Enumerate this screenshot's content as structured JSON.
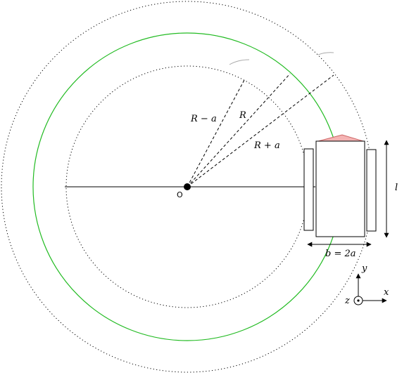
{
  "labels": {
    "inner_radius": "R − a",
    "center_radius": "R",
    "outer_radius": "R + a",
    "origin": "O",
    "length": "l",
    "width": "b = 2a",
    "axis_x": "x",
    "axis_y": "y",
    "axis_z": "z"
  },
  "colors": {
    "center_circle": "#22bb22",
    "robot_marker": "#f4b3b3",
    "robot_marker_stroke": "#cc6666",
    "stroke": "#000000",
    "arc_hint": "#aaaaaa"
  }
}
